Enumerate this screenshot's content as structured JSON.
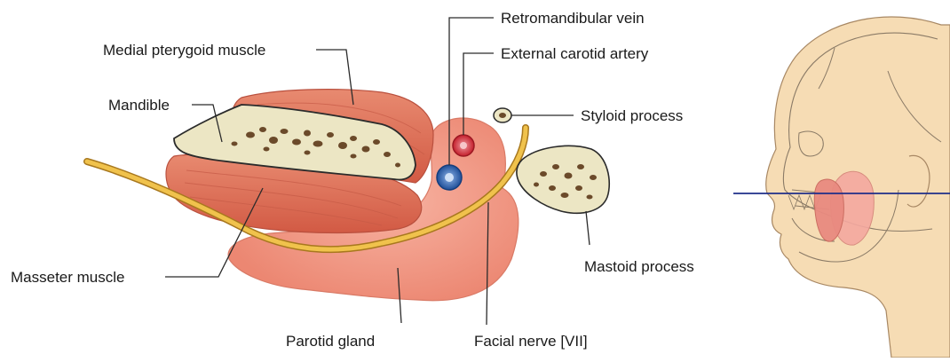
{
  "labels": {
    "retromandibular_vein": "Retromandibular vein",
    "medial_pterygoid": "Medial pterygoid muscle",
    "external_carotid": "External carotid artery",
    "mandible": "Mandible",
    "styloid": "Styloid process",
    "masseter": "Masseter muscle",
    "mastoid": "Mastoid process",
    "parotid": "Parotid gland",
    "facial_nerve": "Facial nerve [VII]"
  },
  "colors": {
    "muscle": "#e0705a",
    "muscle_dark": "#c8503e",
    "gland": "#f29a88",
    "bone": "#ece6c4",
    "bone_spots": "#6b4a2a",
    "nerve": "#e7b640",
    "vein": "#2e5ea8",
    "artery": "#d42a36",
    "skin": "#f6dcb4",
    "section_line": "#1f2f8a"
  }
}
